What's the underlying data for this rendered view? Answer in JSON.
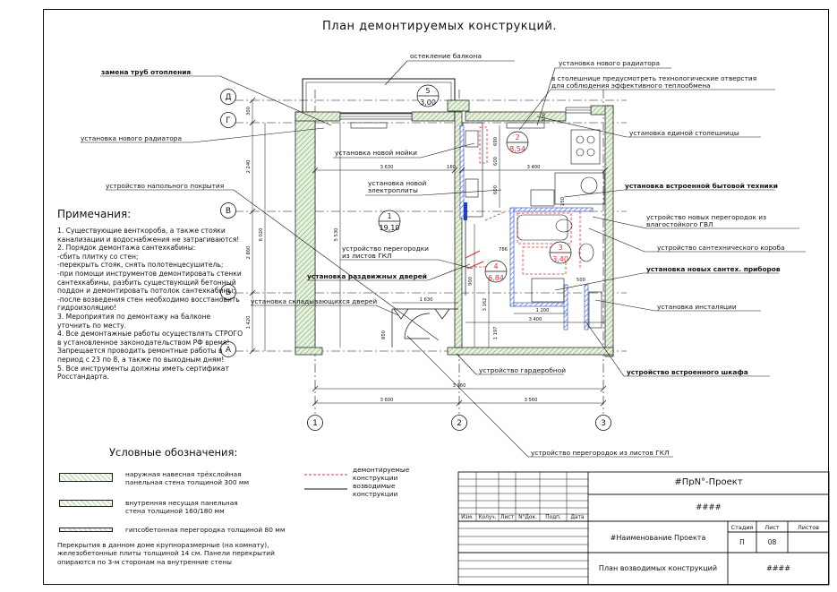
{
  "title": "План демонтируемых конструкций.",
  "callouts": {
    "balcony_glazing": "остекление балкона",
    "heating_pipes": "замена труб отопления",
    "new_radiator_top": "установка нового радиатора",
    "countertop_note_1": "в столешнице предусмотреть технологические отверстия",
    "countertop_note_2": "для соблюдения эффективного теплообмена",
    "new_radiator_left": "установка нового радиатора",
    "single_countertop": "установка единой столешницы",
    "new_sink": "установка новой мойки",
    "new_stove_1": "установка новой",
    "new_stove_2": "электроплиты",
    "floor_covering": "устройство напольного покрытия",
    "built_in_appliances": "установка встроенной бытовой техники",
    "partitions_gvl_1": "устройство новых перегородок из",
    "partitions_gvl_2": "влагостойкого ГВЛ",
    "gkl_partition_1": "устройство перегородки",
    "gkl_partition_2": "из листов ГКЛ",
    "plumbing_box": "устройство сантехнического короба",
    "sliding_doors": "установка раздвижных дверей",
    "new_plumbing": "установка новых сантех. приборов",
    "folding_doors": "установка складывающихся дверей",
    "installation": "установка инсталяции",
    "wardrobe": "устройство гардеробной",
    "built_in_closet": "устройство встроенного шкафа",
    "gkl_partitions_bottom": "устройство перегородок из листов ГКЛ"
  },
  "axes": {
    "rows": [
      "Д",
      "Г",
      "В",
      "Б",
      "А"
    ],
    "cols": [
      "1",
      "2",
      "3"
    ]
  },
  "rooms": [
    {
      "num": "5",
      "area": "3,00"
    },
    {
      "num": "1",
      "area": "19,10"
    },
    {
      "num": "2",
      "area": "8,54"
    },
    {
      "num": "3",
      "area": "3,40"
    },
    {
      "num": "4",
      "area": "6,84"
    }
  ],
  "dims": {
    "d_3630": "3 630",
    "d_160": "160",
    "d_3400a": "3 400",
    "d_3400b": "3 400",
    "d_1630": "1 630",
    "d_1200": "1 200",
    "d_3960": "3 960",
    "d_3600": "3 600",
    "d_3560": "3 560",
    "v_300": "300",
    "v_2240": "2 240",
    "v_2860": "2 860",
    "v_1420": "1 420",
    "v_6020": "6 020",
    "v_5530": "5 530",
    "v_3162": "3 162",
    "v_1197": "1 197",
    "v_690": "690",
    "v_600": "600",
    "v_600b": "600",
    "v_900": "900",
    "v_850": "850",
    "v_786": "786",
    "v_500": "500",
    "v_250": "250",
    "v_300b": "300"
  },
  "notes": {
    "heading": "Примечания:",
    "items": [
      "1. Существующие венткороба, а также стояки канализации и водоснабжения не затрагиваются!",
      "2. Порядок демонтажа сантехкабины:",
      "-сбить плитку со стен;",
      "-перекрыть стояк, снять полотенцесушитель;",
      "-при помощи инструментов демонтировать стенки сантехкабины, разбить существующий бетонный поддон и демонтировать потолок сантехкабины;",
      "-после возведения стен необходимо восстановить гидроизоляцию!",
      "3. Мероприятия по демонтажу на балконе уточнить по месту.",
      "4. Все демонтажные работы осуществлять СТРОГО в установленное законодательством РФ время! Запрещается проводить ремонтные работы в период с 23 по 8, а также по выходным дням!",
      "5. Все инструменты должны иметь сертификат Росстандарта."
    ]
  },
  "legend": {
    "heading": "Условные обозначения:",
    "outer_wall": "наружная навесная трёхслойная\nпанельная стена толщиной 300 мм",
    "inner_wall": "внутренняя несущая панельная\nстена толщиной 160/180 мм",
    "gypsum_partition": "гипсобетонная перегородка толщиной 80 мм",
    "demolished": "демонтируемые\nконструкции",
    "erected": "возводимые\nконструкции",
    "floor_note": "Перекрытия в данном доме  крупноразмерные (на комнату),\nжелезобетонные плиты толщиной 14 см. Панели перекрытий\nопираются по 3-м сторонам на внутренние стены"
  },
  "title_block": {
    "project": "#ПрN°-Проект",
    "code": "####",
    "headers": [
      "Изм.",
      "Колуч.",
      "Лист",
      "N°Док.",
      "Подп.",
      "Дата"
    ],
    "project_name": "#Наименование Проекта",
    "stage_label": "Стадия",
    "sheet_label": "Лист",
    "sheets_label": "Листов",
    "stage": "П",
    "sheet": "08",
    "sheets": "",
    "drawing_name": "План возводимых конструкций",
    "drawing_code": "####"
  },
  "colors": {
    "wall_hatch": "#cfe3c0",
    "demolish": "#e03030",
    "erect": "#2040c0",
    "line": "#111111"
  }
}
